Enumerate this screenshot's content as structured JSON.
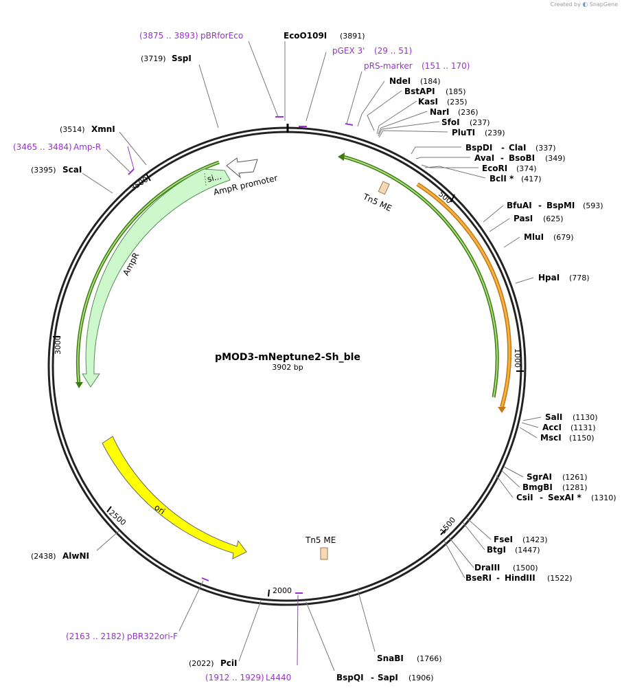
{
  "credit": {
    "created_by": "Created by",
    "logo": "SnapGene"
  },
  "plasmid": {
    "name": "pMOD3-mNeptune2-Sh_ble",
    "length_label": "3902 bp",
    "length": 3902
  },
  "ticks": [
    "500",
    "1000",
    "1500",
    "2000",
    "2500",
    "3000",
    "3500"
  ],
  "features": {
    "ampr": "AmpR",
    "ampr_promoter": "AmpR promoter",
    "sig": "si...",
    "ori": "ori",
    "tn5_top": "Tn5 ME",
    "tn5_bottom": "Tn5 ME"
  },
  "primers": [
    {
      "range": "(3875 .. 3893)",
      "name": "pBRforEco"
    },
    {
      "name": "pGEX 3'",
      "range": "(29 .. 51)"
    },
    {
      "name": "pRS-marker",
      "range": "(151 .. 170)"
    },
    {
      "range": "(3465 .. 3484)",
      "name": "Amp-R"
    },
    {
      "range": "(2163 .. 2182)",
      "name": "pBR322ori-F"
    },
    {
      "range": "(1912 .. 1929)",
      "name": "L4440"
    }
  ],
  "enzymes": [
    {
      "name": "EcoO109I",
      "pos": "(3891)"
    },
    {
      "pos": "(3719)",
      "name": "SspI"
    },
    {
      "name": "NdeI",
      "pos": "(184)"
    },
    {
      "name": "BstAPI",
      "pos": "(185)"
    },
    {
      "name": "KasI",
      "pos": "(235)"
    },
    {
      "name": "NarI",
      "pos": "(236)"
    },
    {
      "name": "SfoI",
      "pos": "(237)"
    },
    {
      "name": "PluTI",
      "pos": "(239)"
    },
    {
      "pos": "(3514)",
      "name": "XmnI"
    },
    {
      "name": "BspDI",
      "name2": "ClaI",
      "pos": "(337)"
    },
    {
      "name": "AvaI",
      "name2": "BsoBI",
      "pos": "(349)"
    },
    {
      "name": "EcoRI",
      "pos": "(374)"
    },
    {
      "name": "BclI *",
      "pos": "(417)"
    },
    {
      "pos": "(3395)",
      "name": "ScaI"
    },
    {
      "name": "BfuAI",
      "name2": "BspMI",
      "pos": "(593)"
    },
    {
      "name": "PasI",
      "pos": "(625)"
    },
    {
      "name": "MluI",
      "pos": "(679)"
    },
    {
      "name": "HpaI",
      "pos": "(778)"
    },
    {
      "name": "SalI",
      "pos": "(1130)"
    },
    {
      "name": "AccI",
      "pos": "(1131)"
    },
    {
      "name": "MscI",
      "pos": "(1150)"
    },
    {
      "name": "SgrAI",
      "pos": "(1261)"
    },
    {
      "name": "BmgBI",
      "pos": "(1281)"
    },
    {
      "name": "CsiI",
      "name2": "SexAI *",
      "pos": "(1310)"
    },
    {
      "name": "FseI",
      "pos": "(1423)"
    },
    {
      "name": "BtgI",
      "pos": "(1447)"
    },
    {
      "name": "DraIII",
      "pos": "(1500)"
    },
    {
      "name": "BseRI",
      "name2": "HindIII",
      "pos": "(1522)"
    },
    {
      "pos": "(2438)",
      "name": "AlwNI"
    },
    {
      "name": "SnaBI",
      "pos": "(1766)"
    },
    {
      "pos": "(2022)",
      "name": "PciI"
    },
    {
      "name": "BspQI",
      "name2": "SapI",
      "pos": "(1906)"
    }
  ],
  "colors": {
    "backbone": "#222222",
    "primer": "#9a30cf",
    "ampr_fill": "#ccf8cc",
    "ampr_stroke": "#5a8a5a",
    "ori_fill": "#ffff00",
    "orange": "#f0a030",
    "green_line": "#4a9a10",
    "tn5_fill": "#f9d8b6"
  }
}
